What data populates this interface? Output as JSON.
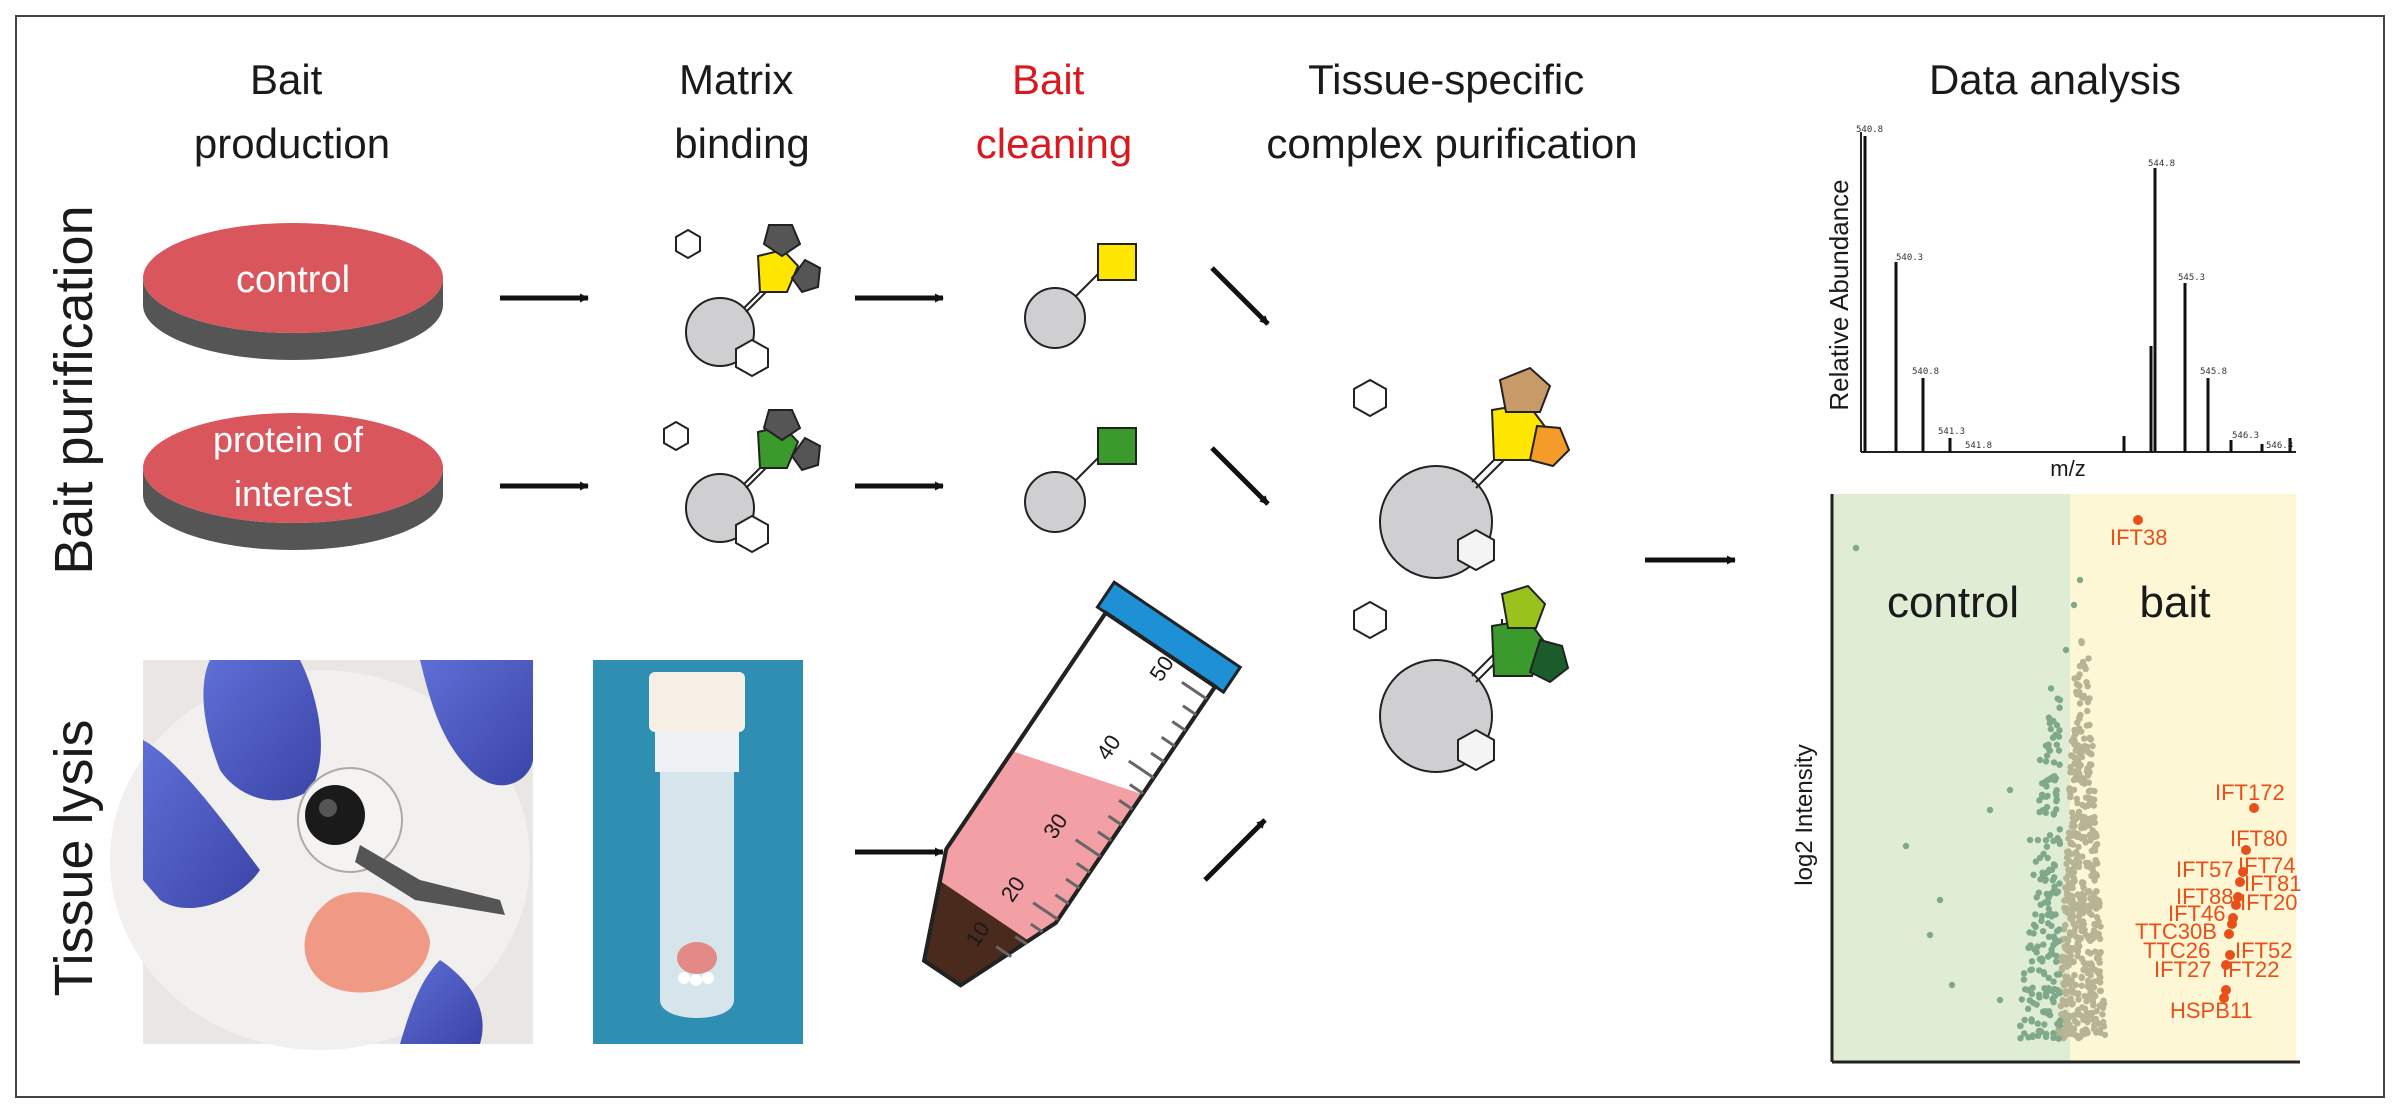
{
  "columns": {
    "bait_production": [
      "Bait",
      "production"
    ],
    "matrix_binding": [
      "Matrix",
      "binding"
    ],
    "bait_cleaning": [
      "Bait",
      "cleaning"
    ],
    "complex_purification": [
      "Tissue-specific",
      "complex purification"
    ],
    "data_analysis": "Data analysis"
  },
  "rows": {
    "bait_purification": "Bait purification",
    "tissue_lysis": "Tissue lysis"
  },
  "dishes": {
    "control": "control",
    "protein": [
      "protein of",
      "interest"
    ]
  },
  "tube": {
    "ticks": [
      "50",
      "40",
      "30",
      "20",
      "10"
    ]
  },
  "mass_spec": {
    "ylabel": "Relative Abundance",
    "xlabel": "m/z",
    "peak_labels": [
      "540.8",
      "540.3",
      "540.8",
      "541.3",
      "541.8",
      "544.8",
      "545.3",
      "545.8",
      "546.3",
      "546.8"
    ]
  },
  "scatter": {
    "ylabel": "log2 Intensity",
    "region_left": "control",
    "region_right": "bait",
    "hits": [
      "IFT38",
      "IFT172",
      "IFT80",
      "IFT57",
      "IFT74",
      "IFT81",
      "IFT88",
      "IFT20",
      "IFT46",
      "TTC30B",
      "TTC26",
      "IFT52",
      "IFT27",
      "IFT22",
      "HSPB11"
    ]
  },
  "colors": {
    "dish": "#d9575c",
    "dish_side": "#555555",
    "highlight": "#d71920",
    "bait_yellow": "#ffe600",
    "bait_green": "#3a9b2c",
    "control_bg": "#dfedd5",
    "bait_bg": "#fdf7d5",
    "hit_orange": "#e8501a",
    "tube_cap": "#1e90d6",
    "tube_fluid": "#f2a0a5"
  }
}
